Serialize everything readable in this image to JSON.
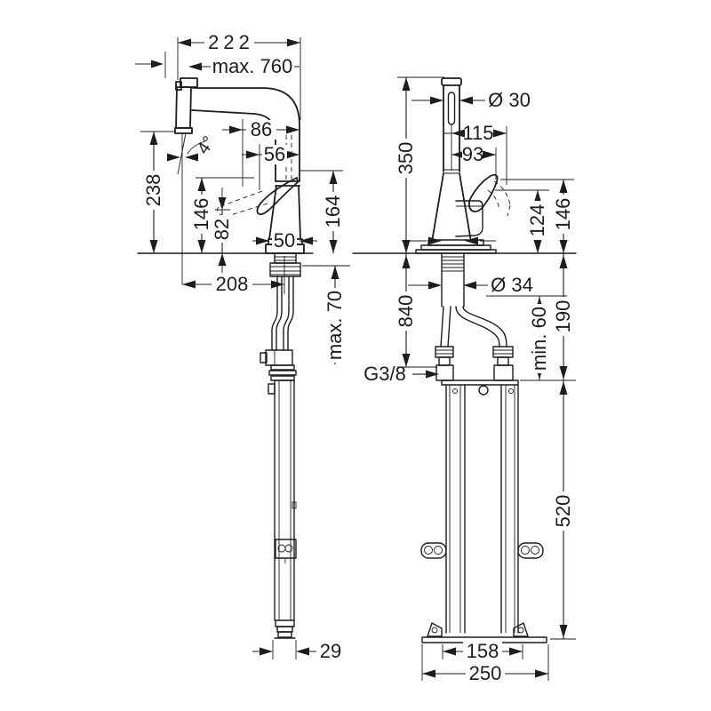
{
  "colors": {
    "ink": "#1d1d1b",
    "paper": "#ffffff"
  },
  "side": {
    "d222": "222",
    "max760": "max. 760",
    "angle": "4°",
    "d86": "86",
    "d56": "56",
    "d238": "238",
    "d146": "146",
    "d82": "82",
    "d164": "164",
    "d50": "50",
    "d208": "208",
    "max70": "max. 70",
    "d29": "29"
  },
  "front": {
    "dia30": "Ø 30",
    "d115": "115",
    "d93": "93",
    "d350": "350",
    "d124": "124",
    "d146": "146",
    "dia34": "Ø 34",
    "d840": "840",
    "d190": "190",
    "min60": "min. 60",
    "thread": "G3/8",
    "d520": "520",
    "d158": "158",
    "d250": "250"
  }
}
